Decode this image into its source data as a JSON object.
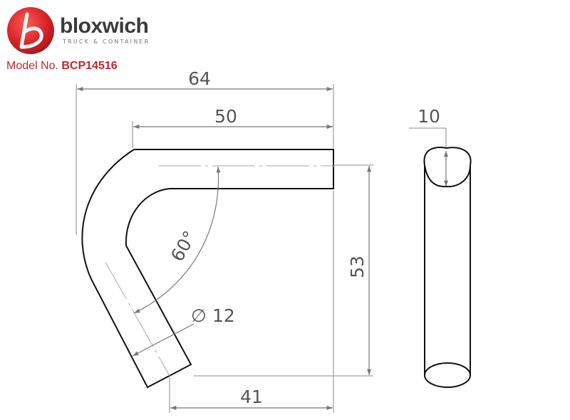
{
  "brand": {
    "name": "bloxwich",
    "tagline": "TRUCK & CONTAINER",
    "color": "#c0282e"
  },
  "model": {
    "label": "Model No.",
    "number": "BCP14516"
  },
  "dimensions": {
    "overall_width": "64",
    "top_length": "50",
    "height": "53",
    "bottom_width": "41",
    "bend_angle": "60°",
    "diameter_symbol": "∅",
    "diameter": "12",
    "side_width": "10"
  }
}
